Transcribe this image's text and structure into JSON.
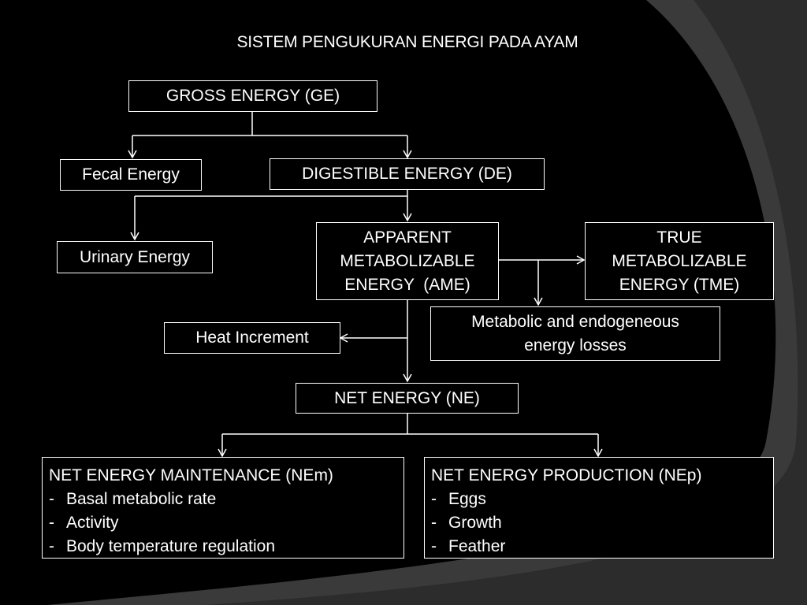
{
  "title": "SISTEM PENGUKURAN ENERGI PADA AYAM",
  "colors": {
    "background": "#000000",
    "accent_gray": "#3a3a3a",
    "text": "#ffffff",
    "line": "#ffffff"
  },
  "nodes": {
    "ge": {
      "label": "GROSS ENERGY (GE)"
    },
    "fecal": {
      "label": "Fecal Energy"
    },
    "de": {
      "label": "DIGESTIBLE ENERGY (DE)"
    },
    "urinary": {
      "label": "Urinary Energy"
    },
    "ame": {
      "lines": [
        "APPARENT",
        "METABOLIZABLE",
        "ENERGY  (AME)"
      ]
    },
    "tme": {
      "lines": [
        "TRUE",
        "METABOLIZABLE",
        "ENERGY (TME)"
      ]
    },
    "metabolic_losses": {
      "lines": [
        "Metabolic and endogeneous",
        "energy losses"
      ]
    },
    "heat": {
      "label": "Heat Increment"
    },
    "ne": {
      "label": "NET ENERGY (NE)"
    },
    "nem": {
      "heading": "NET ENERGY MAINTENANCE (NEm)",
      "items": [
        "Basal metabolic rate",
        "Activity",
        "Body temperature regulation"
      ]
    },
    "nep": {
      "heading": "NET ENERGY PRODUCTION (NEp)",
      "items": [
        "Eggs",
        "Growth",
        "Feather"
      ]
    }
  }
}
